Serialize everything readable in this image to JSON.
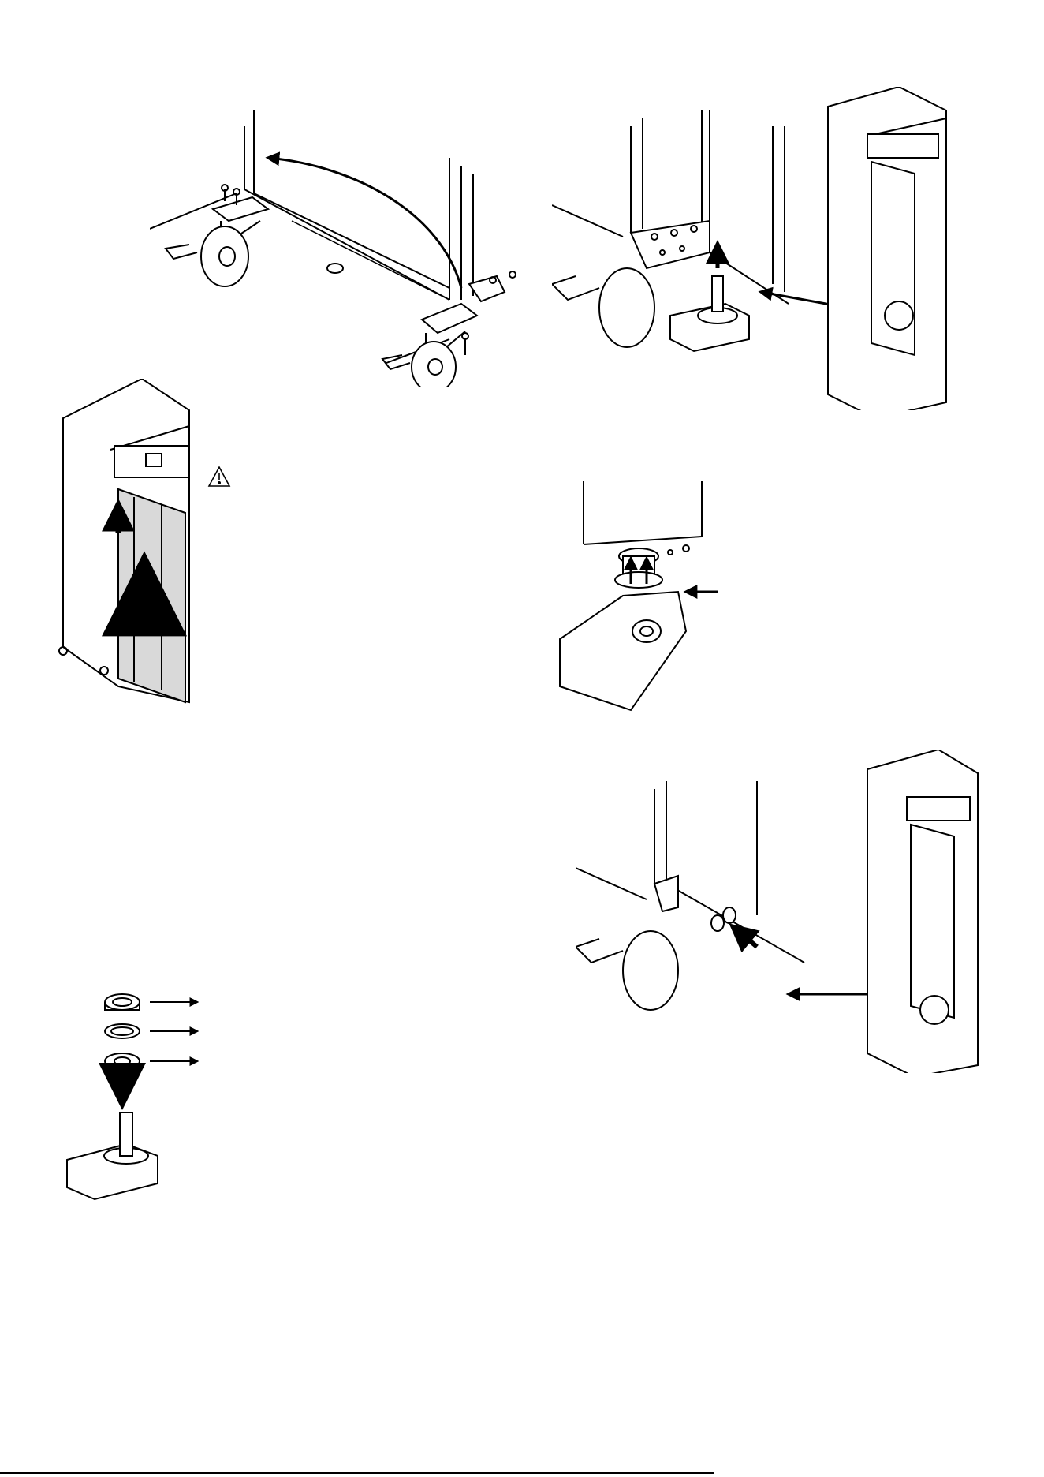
{
  "page": {
    "page_number": "",
    "background_color": "#ffffff",
    "line_color": "#000000",
    "panel_gray": "#d9d9d9"
  },
  "panels": [
    {
      "id": "hinge-bracket-transfer",
      "icons": [
        "caster-icon",
        "bracket-icon",
        "screw-icon",
        "curved-arrow-icon"
      ]
    },
    {
      "id": "pivot-pin-removal",
      "icons": [
        "caster-icon",
        "pivot-pin-icon",
        "up-arrow-icon",
        "cabinet-icon",
        "detail-circle-icon"
      ]
    },
    {
      "id": "door-lift-off",
      "icons": [
        "cabinet-icon",
        "door-icon",
        "up-arrow-icon",
        "warning-icon"
      ]
    },
    {
      "id": "bushing-removal",
      "icons": [
        "bushing-icon",
        "up-arrow-icon",
        "left-arrow-icon"
      ]
    },
    {
      "id": "washer-stack",
      "icons": [
        "nut-icon",
        "washer-icon",
        "bushing-icon",
        "down-arrow-icon",
        "pivot-pin-icon"
      ]
    },
    {
      "id": "screw-refit",
      "icons": [
        "caster-icon",
        "screw-icon",
        "arrow-icon",
        "cabinet-icon",
        "detail-circle-icon"
      ]
    }
  ]
}
